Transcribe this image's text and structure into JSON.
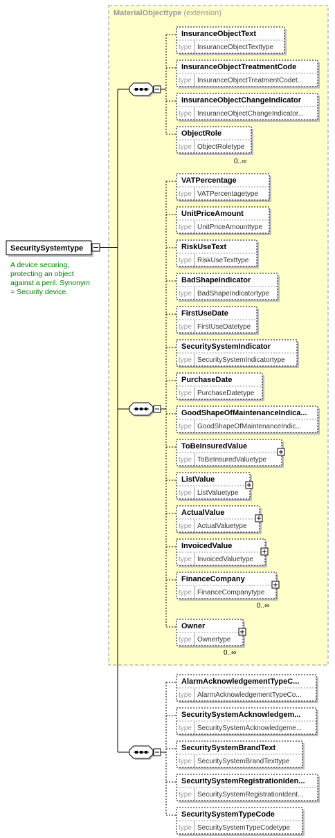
{
  "extension": {
    "name": "MaterialObjecttype",
    "kind": "(extension)"
  },
  "root": {
    "name": "SecuritySystemtype",
    "annotation": [
      "A device securing,",
      "protecting an object",
      "against a peril. Synonym",
      "= Security device."
    ]
  },
  "type_label": "type",
  "groups": [
    {
      "occurrence": "0..∞",
      "elements": [
        {
          "name": "InsuranceObjectText",
          "type": "InsuranceObjectTexttype"
        },
        {
          "name": "InsuranceObjectTreatmentCode",
          "type": "InsuranceObjectTreatmentCodet..."
        },
        {
          "name": "InsuranceObjectChangeIndicator",
          "type": "InsuranceObjectChangeIndicator..."
        },
        {
          "name": "ObjectRole",
          "type": "ObjectRoletype"
        }
      ]
    },
    {
      "occurrence": "",
      "elements": [
        {
          "name": "VATPercentage",
          "type": "VATPercentagetype"
        },
        {
          "name": "UnitPriceAmount",
          "type": "UnitPriceAmounttype"
        },
        {
          "name": "RiskUseText",
          "type": "RiskUseTexttype"
        },
        {
          "name": "BadShapeIndicator",
          "type": "BadShapeIndicatortype"
        },
        {
          "name": "FirstUseDate",
          "type": "FirstUseDatetype"
        },
        {
          "name": "SecuritySystemIndicator",
          "type": "SecuritySystemIndicatortype"
        },
        {
          "name": "PurchaseDate",
          "type": "PurchaseDatetype"
        },
        {
          "name": "GoodShapeOfMaintenanceIndica...",
          "type": "GoodShapeOfMaintenanceIndic..."
        },
        {
          "name": "ToBeInsuredValue",
          "type": "ToBeInsuredValuetype"
        },
        {
          "name": "ListValue",
          "type": "ListValuetype"
        },
        {
          "name": "ActualValue",
          "type": "ActualValuetype"
        },
        {
          "name": "InvoicedValue",
          "type": "InvoicedValuetype"
        },
        {
          "name": "FinanceCompany",
          "type": "FinanceCompanytype",
          "occurrence": "0..∞"
        },
        {
          "name": "Owner",
          "type": "Ownertype",
          "occurrence": "0..∞"
        }
      ]
    },
    {
      "occurrence": "",
      "elements": [
        {
          "name": "AlarmAcknowledgementTypeC...",
          "type": "AlarmAcknowledgementTypeCo..."
        },
        {
          "name": "SecuritySystemAcknowledgem...",
          "type": "SecuritySystemAcknowledgeme..."
        },
        {
          "name": "SecuritySystemBrandText",
          "type": "SecuritySystemBrandTexttype"
        },
        {
          "name": "SecuritySystemRegistrationIden...",
          "type": "SecuritySystemRegistrationIdent..."
        },
        {
          "name": "SecuritySystemTypeCode",
          "type": "SecuritySystemTypeCodetype"
        }
      ]
    }
  ]
}
